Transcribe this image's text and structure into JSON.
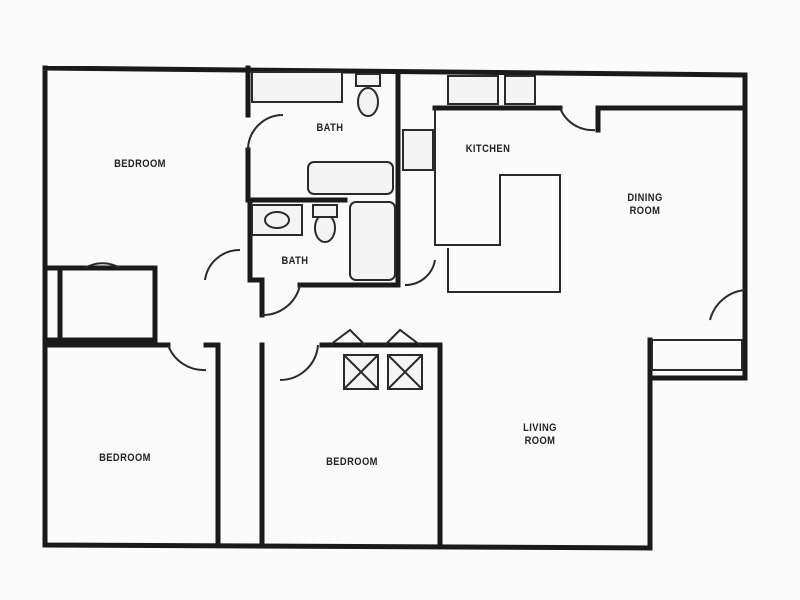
{
  "plan": {
    "rooms": {
      "bedroom_top_left": "BEDROOM",
      "bath_upper": "BATH",
      "kitchen": "KITCHEN",
      "dining_room": "DINING\nROOM",
      "bath_lower": "BATH",
      "living_room": "LIVING\nROOM",
      "bedroom_bottom_left": "BEDROOM",
      "bedroom_bottom_center": "BEDROOM"
    }
  }
}
